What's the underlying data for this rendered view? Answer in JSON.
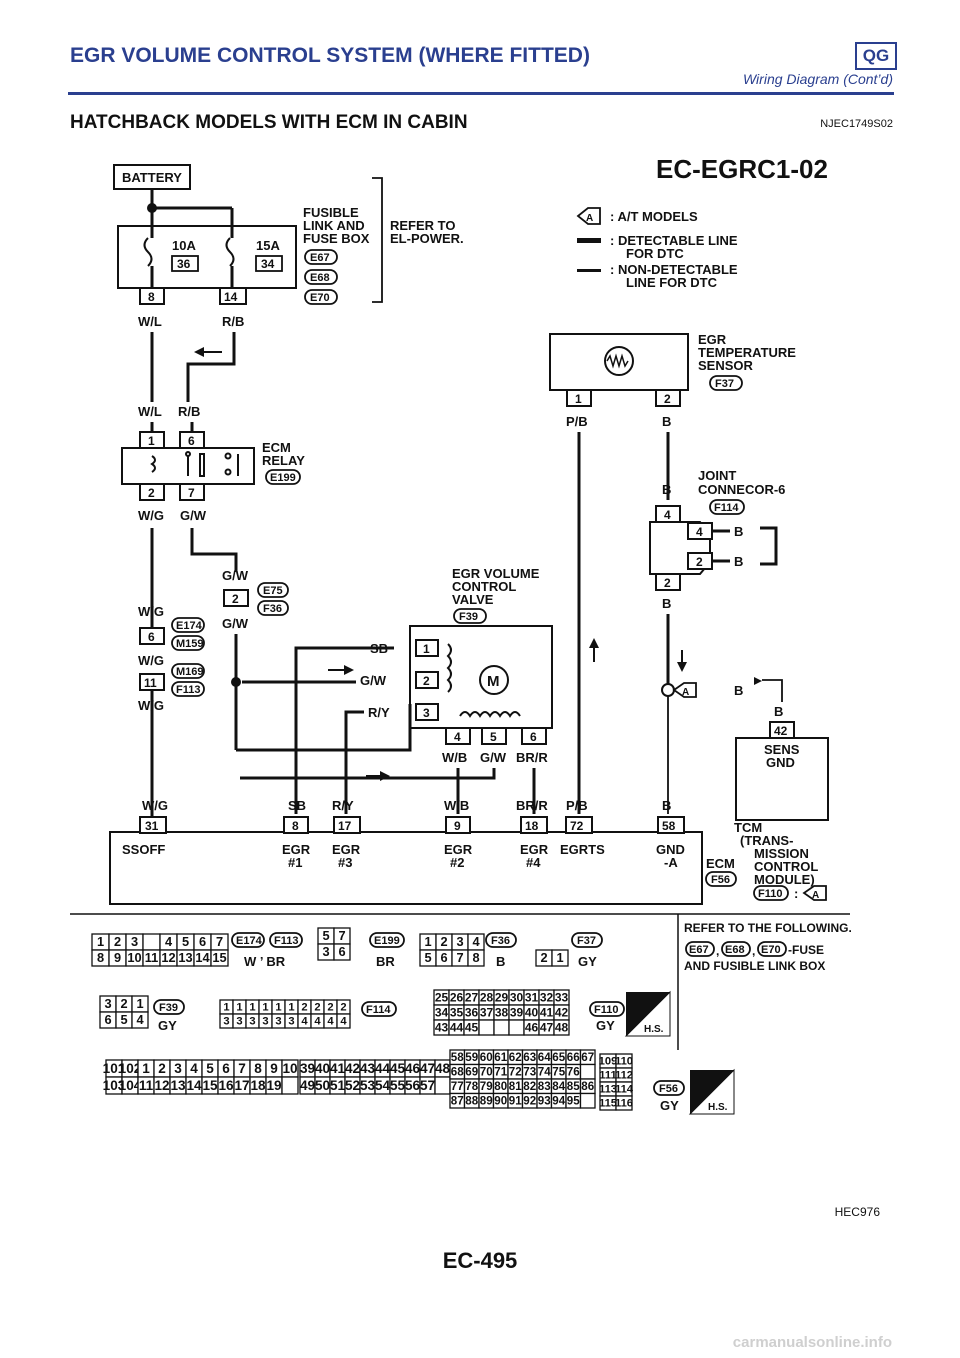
{
  "header": {
    "title": "EGR VOLUME CONTROL SYSTEM (WHERE FITTED)",
    "badge": "QG",
    "subtitle": "Wiring Diagram (Cont’d)"
  },
  "section": {
    "title": "HATCHBACK MODELS WITH ECM IN CABIN",
    "code": "NJEC1749S02"
  },
  "diagram": {
    "code": "EC-EGRC1-02",
    "legend": {
      "at": ": A/T MODELS",
      "detectable": [
        ": DETECTABLE LINE",
        "FOR DTC"
      ],
      "non_detectable": [
        ": NON-DETECTABLE",
        "LINE FOR DTC"
      ],
      "marker": "A"
    },
    "battery": "BATTERY",
    "fuse_box": {
      "label": [
        "FUSIBLE",
        "LINK AND",
        "FUSE BOX"
      ],
      "refer": [
        "REFER TO",
        "EL-POWER."
      ],
      "fuse1_amp": "10A",
      "fuse1_no": "36",
      "fuse2_amp": "15A",
      "fuse2_no": "34",
      "term1": "8",
      "term2": "14",
      "connectors": [
        "E67",
        "E68",
        "E70"
      ]
    },
    "wires": {
      "wl": "W/L",
      "rb": "R/B",
      "wg": "W/G",
      "gw": "G/W",
      "sb": "SB",
      "ry": "R/Y",
      "wb": "W/B",
      "brr": "BR/R",
      "pb": "P/B",
      "b": "B"
    },
    "ecm_relay": {
      "label": [
        "ECM",
        "RELAY"
      ],
      "connector": "E199",
      "pins": [
        "1",
        "6",
        "2",
        "7"
      ]
    },
    "inline1": {
      "pin": "2",
      "connectors": [
        "E75",
        "F36"
      ]
    },
    "inline2": {
      "pins": [
        "6",
        "11"
      ],
      "connectors": [
        "E174",
        "M159",
        "M169",
        "F113"
      ]
    },
    "egr_valve": {
      "label": [
        "EGR VOLUME",
        "CONTROL",
        "VALVE"
      ],
      "connector": "F39",
      "motor": "M",
      "pins_left": [
        "1",
        "2",
        "3"
      ],
      "pins_bottom": [
        "4",
        "5",
        "6"
      ]
    },
    "egr_sensor": {
      "label": [
        "EGR",
        "TEMPERATURE",
        "SENSOR"
      ],
      "connector": "F37",
      "pins": [
        "1",
        "2"
      ]
    },
    "joint": {
      "label": [
        "JOINT",
        "CONNECOR-6"
      ],
      "connector": "F114",
      "pins": [
        "4",
        "4",
        "2",
        "2"
      ]
    },
    "tcm": {
      "pin": "42",
      "box": [
        "SENS",
        "GND"
      ],
      "label": [
        "TCM",
        "(TRANS-",
        "MISSION",
        "CONTROL",
        "MODULE)"
      ],
      "connector": "F110"
    },
    "ecm": {
      "label": "ECM",
      "connector": "F56",
      "terminals": [
        {
          "pin": "31",
          "name": "SSOFF",
          "sub": ""
        },
        {
          "pin": "8",
          "name": "EGR",
          "sub": "#1"
        },
        {
          "pin": "17",
          "name": "EGR",
          "sub": "#3"
        },
        {
          "pin": "9",
          "name": "EGR",
          "sub": "#2"
        },
        {
          "pin": "18",
          "name": "EGR",
          "sub": "#4"
        },
        {
          "pin": "72",
          "name": "EGRTS",
          "sub": ""
        },
        {
          "pin": "58",
          "name": "GND",
          "sub": "-A"
        }
      ]
    },
    "connector_views": {
      "refer": [
        "REFER TO THE FOLLOWING.",
        "-FUSE",
        "AND FUSIBLE LINK BOX"
      ],
      "e174_f113": {
        "names": [
          "E174",
          "F113"
        ],
        "colors": "W ’ BR"
      },
      "e199": {
        "name": "E199",
        "color": "BR"
      },
      "f36": {
        "name": "F36",
        "color": "B"
      },
      "f37": {
        "name": "F37",
        "color": "GY"
      },
      "f39": {
        "name": "F39",
        "color": "GY"
      },
      "f114": {
        "name": "F114"
      },
      "f110": {
        "name": "F110",
        "color": "GY"
      },
      "f56": {
        "name": "F56",
        "color": "GY"
      },
      "hs": "H.S."
    }
  },
  "figure_id": "HEC976",
  "page_number": "EC-495",
  "watermark": "carmanualsonline.info"
}
